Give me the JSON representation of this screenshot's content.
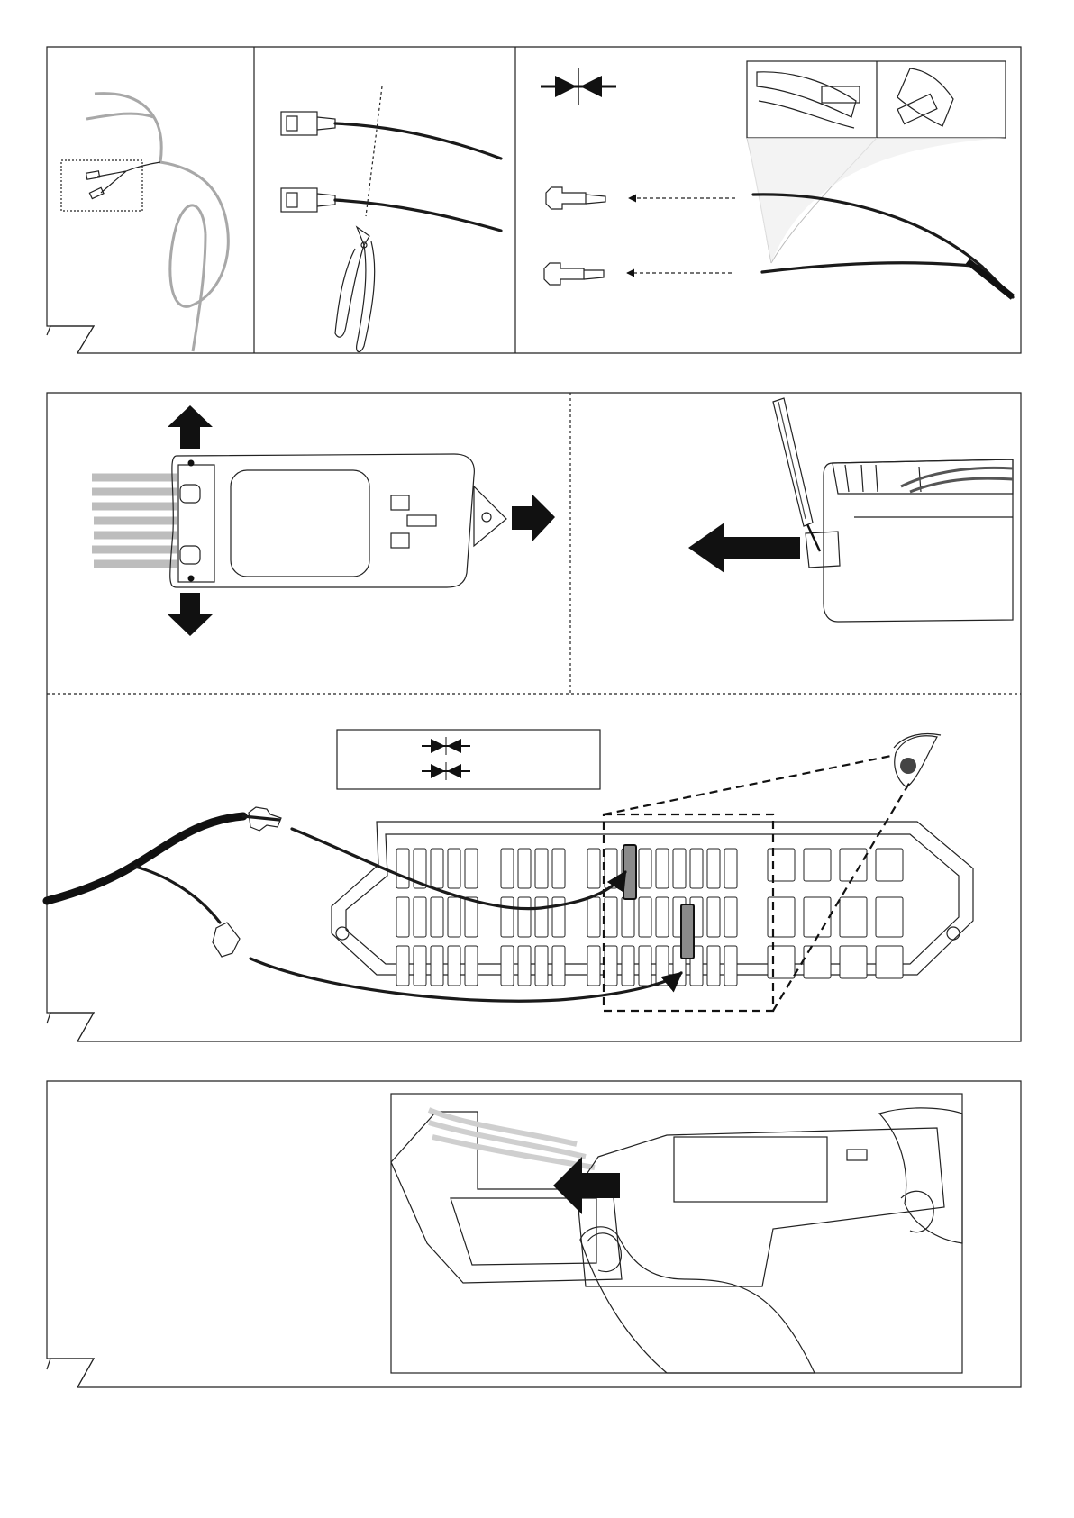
{
  "document": {
    "type": "wiring installation instruction sheet",
    "panels": [
      {
        "id": "step-1",
        "subpanels": [
          "harness-overview",
          "cut-connectors",
          "crimp-terminals"
        ]
      },
      {
        "id": "step-2",
        "subpanels": [
          "release-fuse-box-cover",
          "pry-fuse-box",
          "insert-terminals"
        ]
      },
      {
        "id": "step-3",
        "subpanels": [
          "reinstall-fuse-box"
        ]
      }
    ]
  },
  "icons": [
    "crimp-symbol-icon",
    "pliers-icon",
    "crimping-tool-icon",
    "screwdriver-icon",
    "eye-icon",
    "arrow-icon"
  ],
  "colors": {
    "line": "#222222",
    "grey_wire": "#a8a8a8",
    "fuse_box": "#b8b8b8",
    "highlight": "#8a8a8a"
  }
}
